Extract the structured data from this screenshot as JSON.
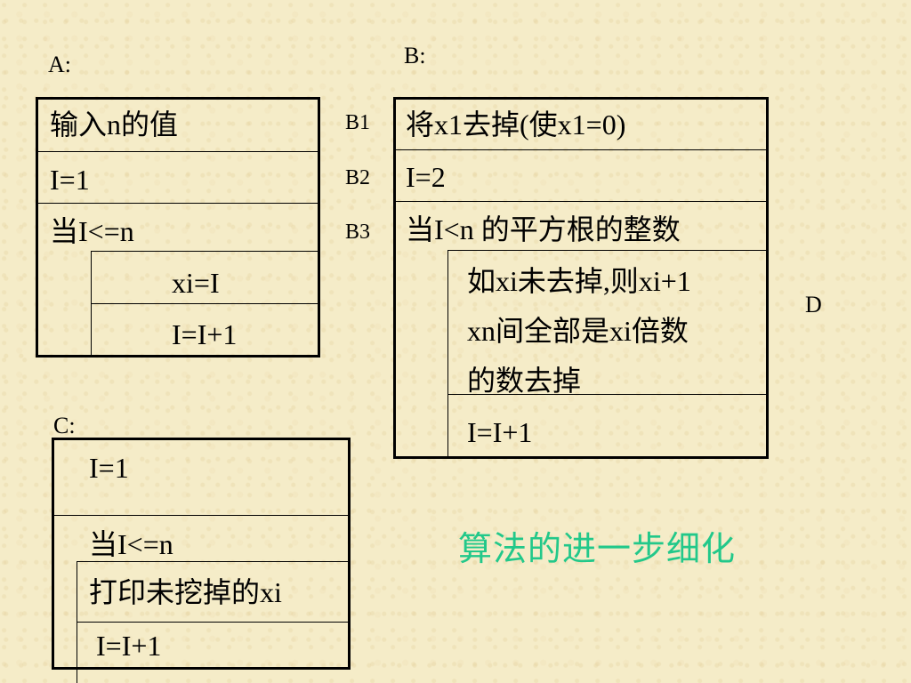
{
  "labels": {
    "a": "A:",
    "b": "B:",
    "c": "C:",
    "d": "D",
    "b1": "B1",
    "b2": "B2",
    "b3": "B3"
  },
  "box_a": {
    "rows": [
      "输入n的值",
      "I=1",
      "当I<=n"
    ],
    "inner": [
      "xi=I",
      "I=I+1"
    ]
  },
  "box_b": {
    "rows": [
      "将x1去掉(使x1=0)",
      "I=2",
      "当I<n 的平方根的整数"
    ],
    "inner_lines": [
      "如xi未去掉,则xi+1",
      "xn间全部是xi倍数",
      "的数去掉"
    ],
    "inner_last": "I=I+1"
  },
  "box_c": {
    "rows": [
      "I=1",
      "当I<=n"
    ],
    "inner": [
      "打印未挖掉的xi",
      "I=I+1"
    ]
  },
  "caption": "算法的进一步细化",
  "colors": {
    "background": "#f5ecc8",
    "caption": "#22c88a",
    "lines": "#000000"
  }
}
